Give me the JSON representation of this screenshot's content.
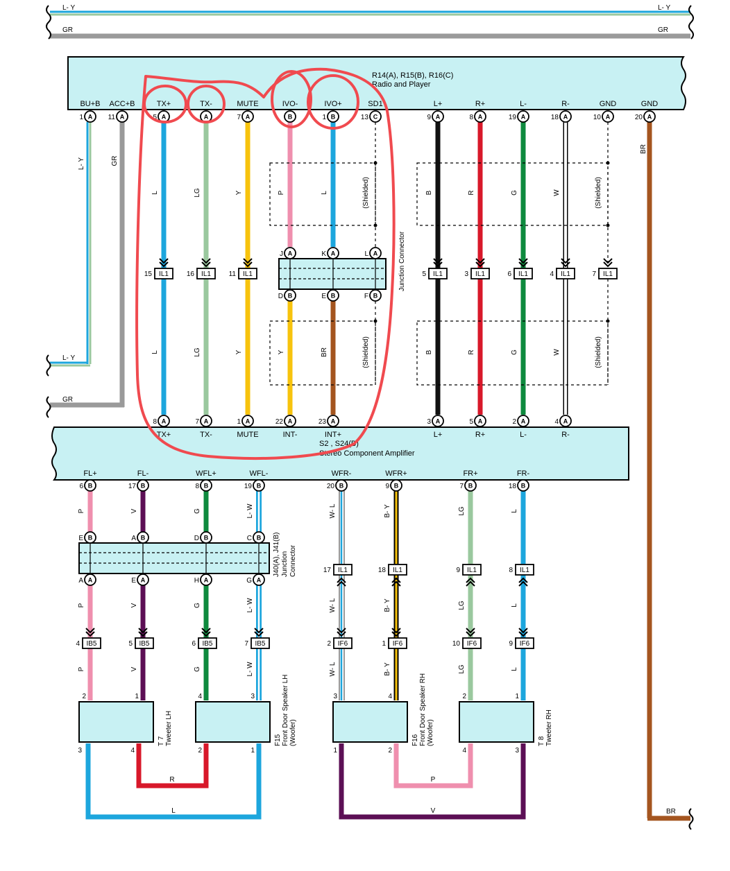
{
  "bus": {
    "top_ly": "L- Y",
    "top_gr": "GR",
    "ly_vertical": "L- Y",
    "gr_vertical": "GR",
    "br_vertical": "BR",
    "br_bottom": "BR"
  },
  "radio": {
    "title_line1": "R14(A), R15(B), R16(C)",
    "title_line2": "Radio and Player",
    "pins": [
      {
        "signal": "BU+B",
        "num": "1",
        "conn": "A"
      },
      {
        "signal": "ACC+B",
        "num": "11",
        "conn": "A"
      },
      {
        "signal": "TX+",
        "num": "5",
        "conn": "A",
        "wire": "L"
      },
      {
        "signal": "TX-",
        "num": "",
        "conn": "A",
        "wire": "LG"
      },
      {
        "signal": "MUTE",
        "num": "7",
        "conn": "A",
        "wire": "Y"
      },
      {
        "signal": "IVO-",
        "num": "",
        "conn": "B",
        "wire": "P"
      },
      {
        "signal": "IVO+",
        "num": "1",
        "conn": "B",
        "wire": "L"
      },
      {
        "signal": "SD1",
        "num": "13",
        "conn": "C"
      },
      {
        "signal": "L+",
        "num": "9",
        "conn": "A",
        "wire": "B"
      },
      {
        "signal": "R+",
        "num": "8",
        "conn": "A",
        "wire": "R"
      },
      {
        "signal": "L-",
        "num": "19",
        "conn": "A",
        "wire": "G"
      },
      {
        "signal": "R-",
        "num": "18",
        "conn": "A",
        "wire": "W"
      },
      {
        "signal": "GND",
        "num": "10",
        "conn": "A"
      },
      {
        "signal": "GND",
        "num": "20",
        "conn": "A"
      }
    ],
    "shielded": "(Shielded)"
  },
  "junction_top": {
    "label": "Junction Connector",
    "top_pins": [
      {
        "letter": "J",
        "conn": "A"
      },
      {
        "letter": "K",
        "conn": "A"
      },
      {
        "letter": "L",
        "conn": "A"
      }
    ],
    "bottom_pins": [
      {
        "letter": "D",
        "conn": "B"
      },
      {
        "letter": "E",
        "conn": "B"
      },
      {
        "letter": "F",
        "conn": "B"
      }
    ]
  },
  "il1_upper": [
    {
      "num": "15",
      "label": "IL1"
    },
    {
      "num": "16",
      "label": "IL1"
    },
    {
      "num": "11",
      "label": "IL1"
    },
    {
      "num": "5",
      "label": "IL1"
    },
    {
      "num": "3",
      "label": "IL1"
    },
    {
      "num": "6",
      "label": "IL1"
    },
    {
      "num": "4",
      "label": "IL1"
    },
    {
      "num": "7",
      "label": "IL1"
    }
  ],
  "wires_lower_left": [
    "L",
    "LG",
    "Y",
    "Y",
    "BR"
  ],
  "wires_lower_right": [
    "B",
    "R",
    "G",
    "W"
  ],
  "amp": {
    "title_line1": "S2 , S24(B)",
    "title_line2": "Stereo Component Amplifier",
    "top_pins": [
      {
        "signal": "TX+",
        "num": "8",
        "conn": "A"
      },
      {
        "signal": "TX-",
        "num": "7",
        "conn": "A"
      },
      {
        "signal": "MUTE",
        "num": "1",
        "conn": "A"
      },
      {
        "signal": "INT-",
        "num": "22",
        "conn": "A"
      },
      {
        "signal": "INT+",
        "num": "23",
        "conn": "A"
      },
      {
        "signal": "L+",
        "num": "3",
        "conn": "A"
      },
      {
        "signal": "R+",
        "num": "5",
        "conn": "A"
      },
      {
        "signal": "L-",
        "num": "2",
        "conn": "A"
      },
      {
        "signal": "R-",
        "num": "4",
        "conn": "A"
      }
    ],
    "bottom_pins": [
      {
        "signal": "FL+",
        "num": "6",
        "conn": "B",
        "wire": "P"
      },
      {
        "signal": "FL-",
        "num": "17",
        "conn": "B",
        "wire": "V"
      },
      {
        "signal": "WFL+",
        "num": "8",
        "conn": "B",
        "wire": "G"
      },
      {
        "signal": "WFL-",
        "num": "19",
        "conn": "B",
        "wire": "L-W"
      },
      {
        "signal": "WFR-",
        "num": "20",
        "conn": "B",
        "wire": "W- L"
      },
      {
        "signal": "WFR+",
        "num": "9",
        "conn": "B",
        "wire": "B- Y"
      },
      {
        "signal": "FR+",
        "num": "7",
        "conn": "B",
        "wire": "LG"
      },
      {
        "signal": "FR-",
        "num": "18",
        "conn": "B",
        "wire": "L"
      }
    ]
  },
  "junction_bottom": {
    "label_line1": "J40(A), J41(B)",
    "label_line2": "Junction",
    "label_line3": "Connector",
    "top_pins": [
      {
        "letter": "E",
        "conn": "B"
      },
      {
        "letter": "A",
        "conn": "B"
      },
      {
        "letter": "D",
        "conn": "B"
      },
      {
        "letter": "C",
        "conn": "B"
      }
    ],
    "bottom_pins": [
      {
        "letter": "A",
        "conn": "A"
      },
      {
        "letter": "E",
        "conn": "A"
      },
      {
        "letter": "H",
        "conn": "A"
      },
      {
        "letter": "G",
        "conn": "A"
      }
    ]
  },
  "il1_lower": [
    {
      "num": "17",
      "label": "IL1"
    },
    {
      "num": "18",
      "label": "IL1"
    },
    {
      "num": "9",
      "label": "IL1"
    },
    {
      "num": "8",
      "label": "IL1"
    }
  ],
  "ib5": [
    {
      "num": "4",
      "label": "IB5"
    },
    {
      "num": "5",
      "label": "IB5"
    },
    {
      "num": "6",
      "label": "IB5"
    },
    {
      "num": "7",
      "label": "IB5"
    }
  ],
  "if6": [
    {
      "num": "2",
      "label": "IF6"
    },
    {
      "num": "1",
      "label": "IF6"
    },
    {
      "num": "10",
      "label": "IF6"
    },
    {
      "num": "9",
      "label": "IF6"
    }
  ],
  "wires_mid_left": [
    "P",
    "V",
    "G",
    "L- W"
  ],
  "wires_mid_right": [
    "W- L",
    "B- Y",
    "LG",
    "L"
  ],
  "wires_low_left": [
    "P",
    "V",
    "G",
    "L- W"
  ],
  "wires_low_right": [
    "W- L",
    "B- Y",
    "LG",
    "L"
  ],
  "speakers": [
    {
      "id": "T 7",
      "name": "Tweeter LH",
      "sub": "",
      "top_pins": [
        "2",
        "1"
      ],
      "bottom_pins": [
        "3",
        "4"
      ]
    },
    {
      "id": "F15",
      "name": "Front Door Speaker LH",
      "sub": "(Woofer)",
      "top_pins": [
        "4",
        "3"
      ],
      "bottom_pins": [
        "2",
        "1"
      ]
    },
    {
      "id": "F16",
      "name": "Front Door Speaker RH",
      "sub": "(Woofer)",
      "top_pins": [
        "3",
        "4"
      ],
      "bottom_pins": [
        "1",
        "2"
      ]
    },
    {
      "id": "T 8",
      "name": "Tweeter RH",
      "sub": "",
      "top_pins": [
        "2",
        "1"
      ],
      "bottom_pins": [
        "4",
        "3"
      ]
    }
  ],
  "return_wires": {
    "R": "R",
    "L": "L",
    "P": "P",
    "V": "V"
  },
  "colors": {
    "blue": "#1da6dd",
    "lightgreen": "#9ac89e",
    "yellow": "#f7c30d",
    "pink": "#ef8fae",
    "brown": "#a4551f",
    "black": "#111111",
    "red": "#d8182a",
    "green": "#0e8a3e",
    "violet": "#5c0f55",
    "gray": "#9a9a9a",
    "panel": "#c8f1f3",
    "annotation": "#f04a4f"
  }
}
